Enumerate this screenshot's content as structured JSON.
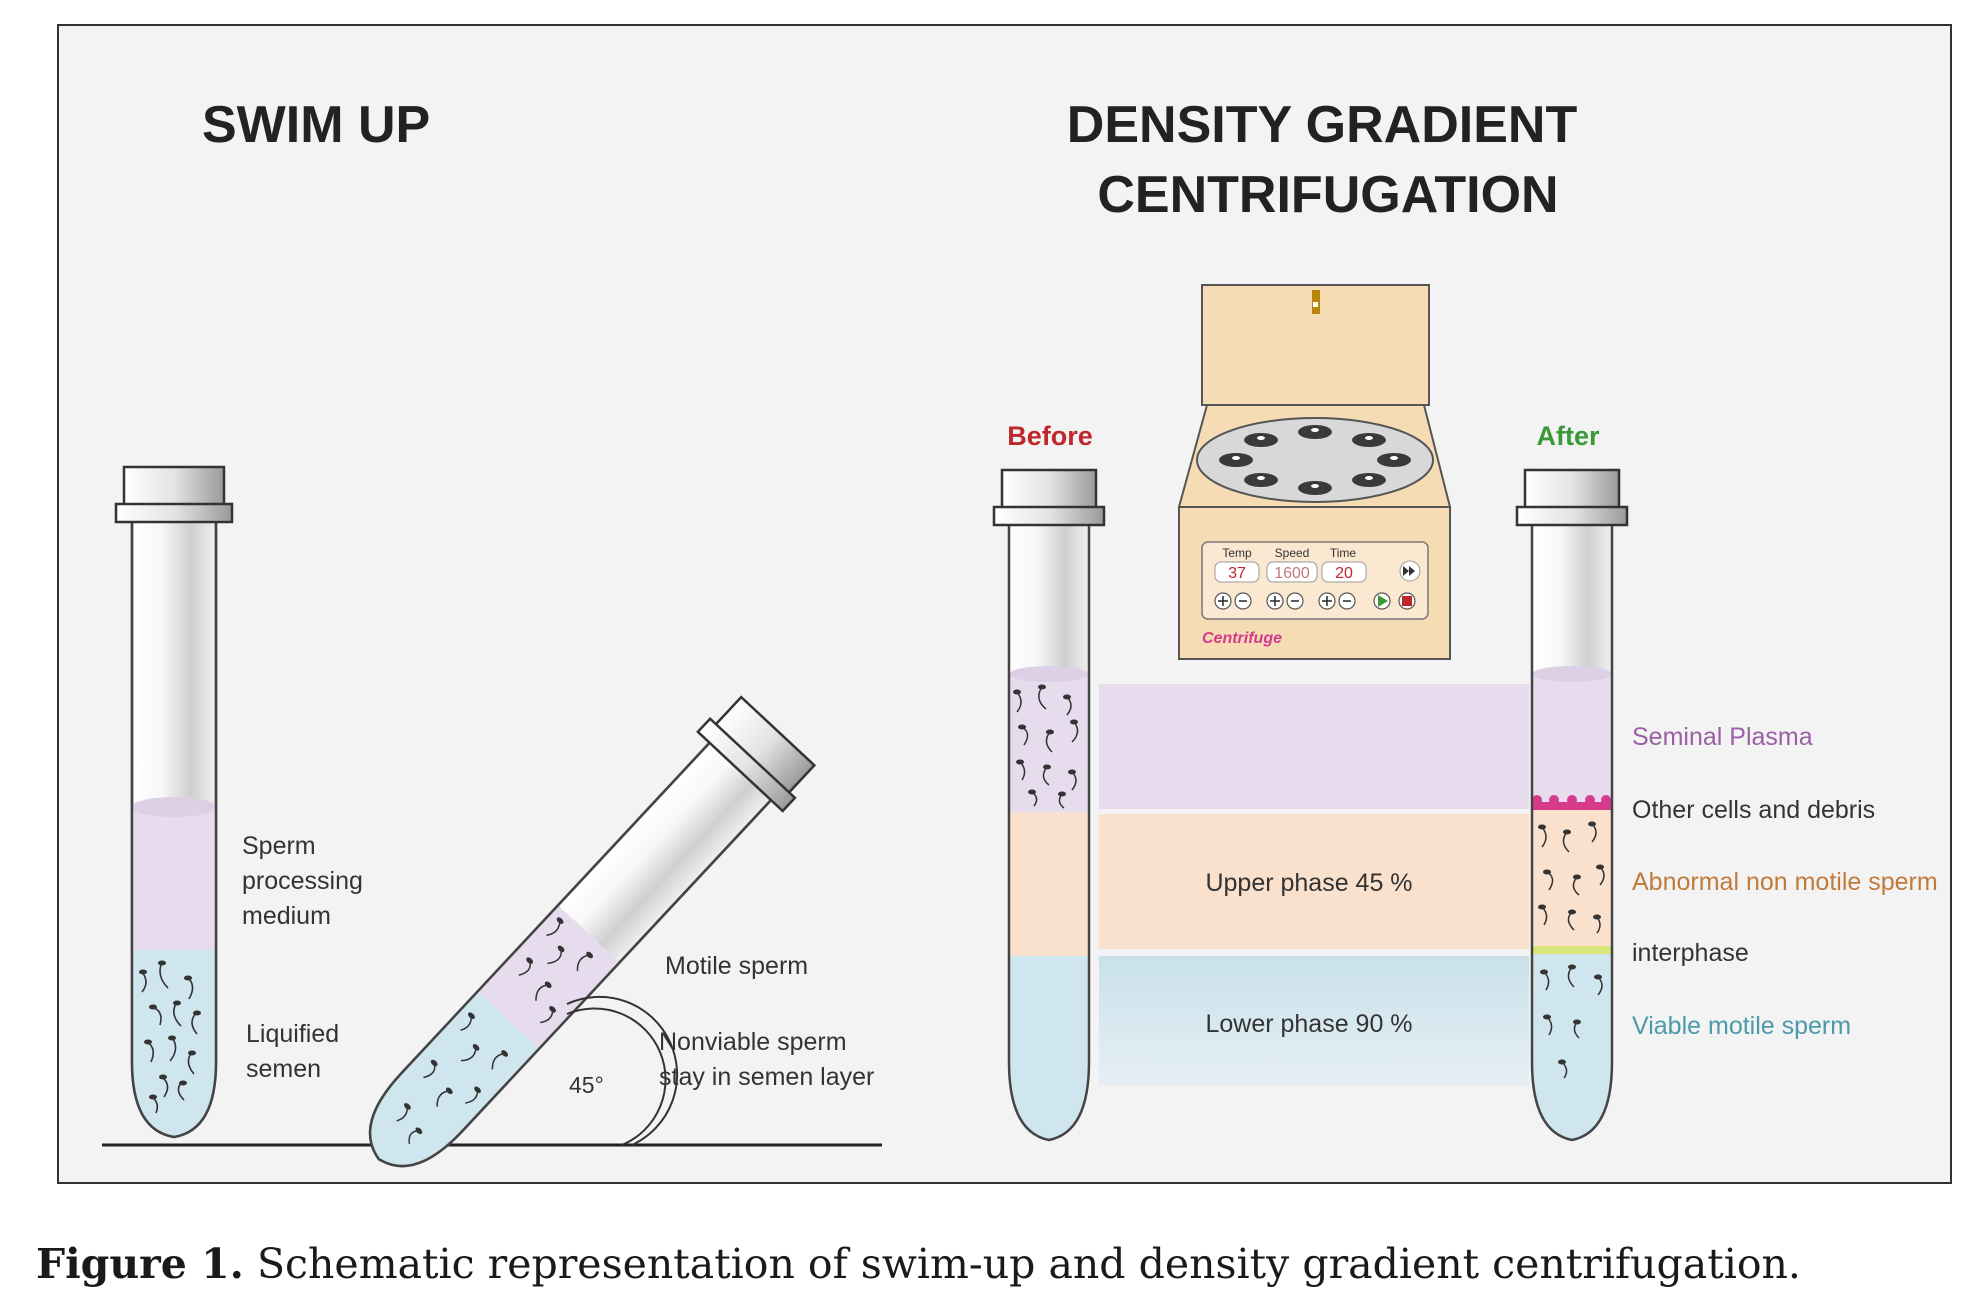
{
  "swim_up": {
    "title": "SWIM UP",
    "label_medium": [
      "Sperm",
      "processing",
      "medium"
    ],
    "label_semen": [
      "Liquified",
      "semen"
    ],
    "label_motile": "Motile sperm",
    "label_nonviable": [
      "Nonviable sperm",
      "stay in semen layer"
    ],
    "angle": "45°"
  },
  "dgc": {
    "title": [
      "DENSITY GRADIENT",
      "CENTRIFUGATION"
    ],
    "before": "Before",
    "after": "After",
    "upper_phase": "Upper phase 45 %",
    "lower_phase": "Lower phase 90 %",
    "layers": {
      "seminal_plasma": "Seminal Plasma",
      "debris": "Other cells and debris",
      "abnormal": "Abnormal non  motile sperm",
      "interphase": "interphase",
      "viable": "Viable motile sperm"
    }
  },
  "centrifuge": {
    "temp_label": "Temp",
    "speed_label": "Speed",
    "time_label": "Time",
    "temp": "37",
    "speed": "1600",
    "time": "20",
    "brand": "Centrifuge"
  },
  "caption": {
    "label": "Figure 1.",
    "text": " Schematic representation of swim-up and density gradient centrifugation."
  },
  "colors": {
    "lavender": "#e6dcee",
    "peach": "#f9e1cd",
    "blue": "#cfe6ee",
    "before_red": "#c0272d",
    "after_green": "#3a9a3a",
    "plasma_text": "#9b5fa6",
    "abnormal_text": "#c07a3a",
    "viable_text": "#4a9aaa",
    "debris_pink": "#d63a8c",
    "centrifuge_body": "#f6dcb4"
  }
}
